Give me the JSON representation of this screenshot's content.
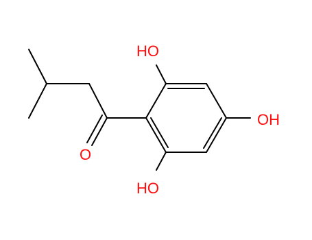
{
  "molecule": {
    "atom_labels": {
      "oh_top": "HO",
      "oh_right": "OH",
      "oh_bottom": "HO",
      "carbonyl_o": "O"
    },
    "colors": {
      "bond": "#000000",
      "heteroatom": "#ff0d0d",
      "background": "#ffffff"
    }
  }
}
